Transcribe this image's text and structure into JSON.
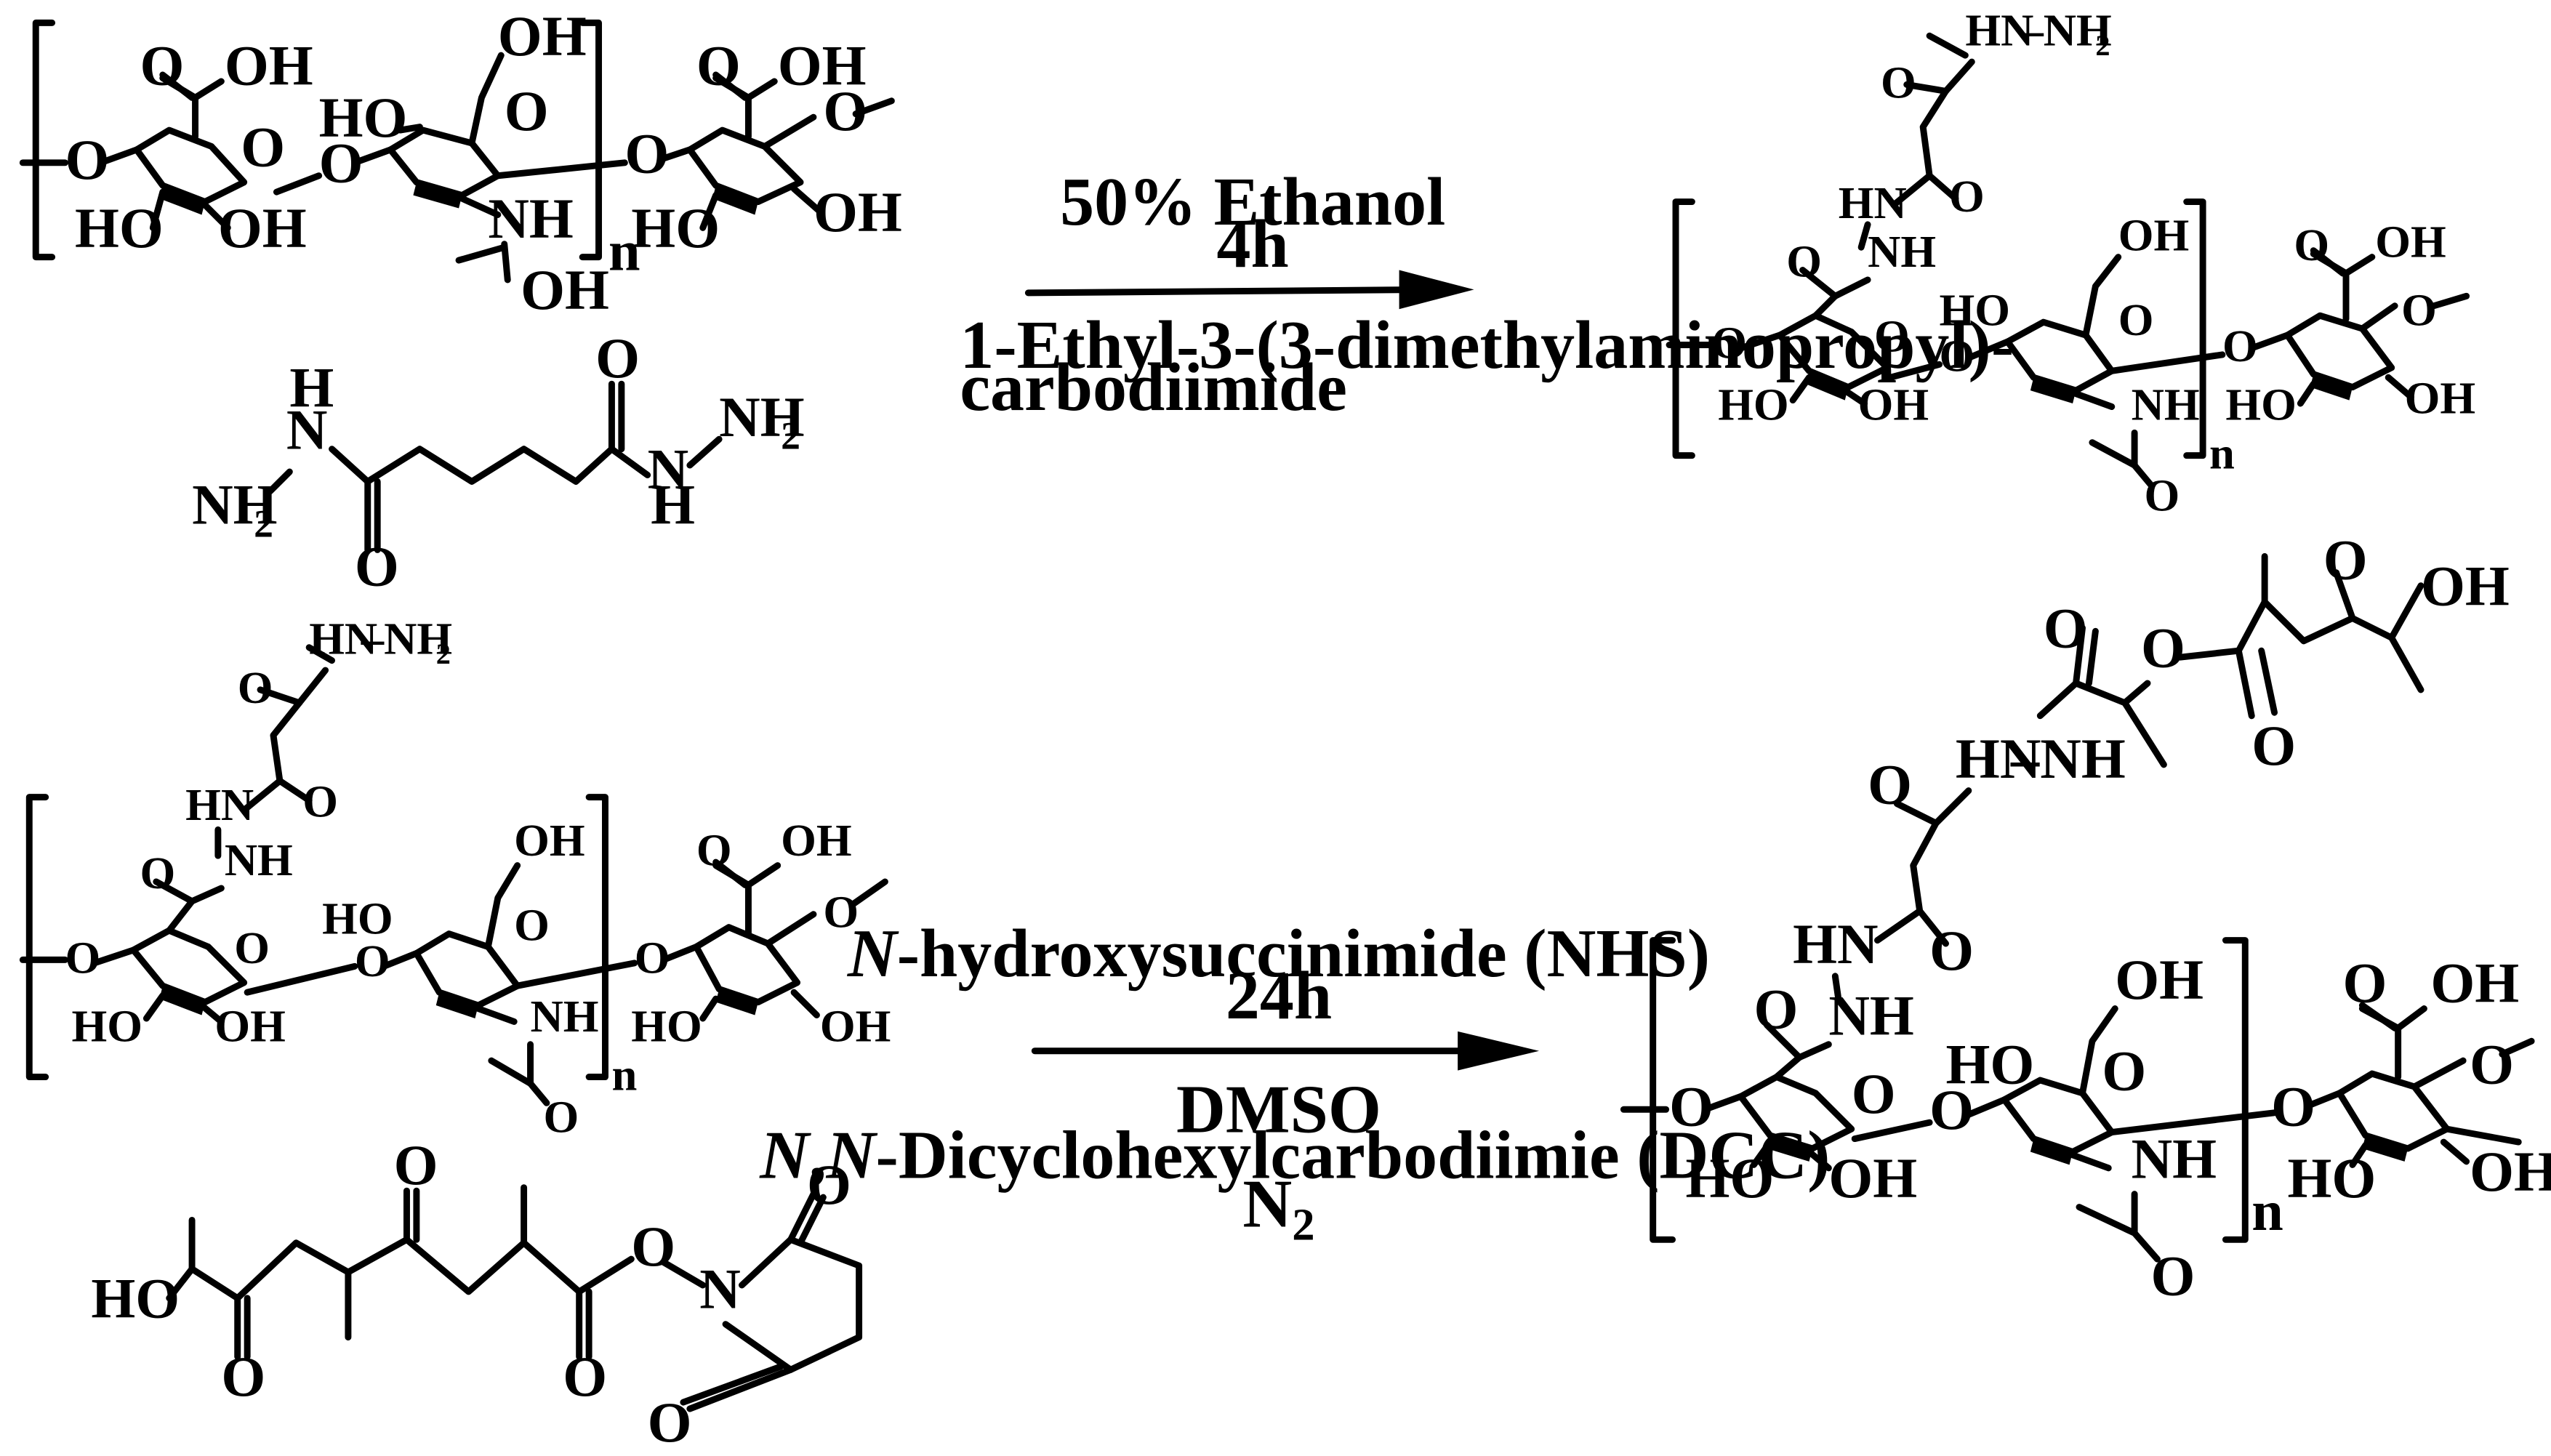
{
  "reaction1": {
    "condition_top_1": "50%  Ethanol",
    "condition_top_2": "4h",
    "condition_bottom_1": "1-Ethyl-3-(3-dimethylaminopropyl)-",
    "condition_bottom_2": "carbodiimide"
  },
  "reaction2": {
    "condition_top_1_italic": "N",
    "condition_top_1_rest": "-hydroxysuccinimide (NHS)",
    "condition_top_2": "24h",
    "condition_bottom_1": "DMSO",
    "condition_bottom_2_italic_a": "N",
    "condition_bottom_2_mid": ",",
    "condition_bottom_2_italic_b": "N",
    "condition_bottom_2_rest": "-Dicyclohexylcarbodiimie (DCC)",
    "condition_bottom_3_main": "N",
    "condition_bottom_3_sub": "2"
  },
  "atoms": {
    "oh": "OH",
    "ho": "HO",
    "o": "O",
    "nh": "NH",
    "hn": "HN",
    "h": "H",
    "n": "N",
    "nh2_main": "NH",
    "nh2_sub": "2",
    "repeat_n": "n",
    "hn_nh2_prefix": "HN",
    "dash": "–"
  }
}
